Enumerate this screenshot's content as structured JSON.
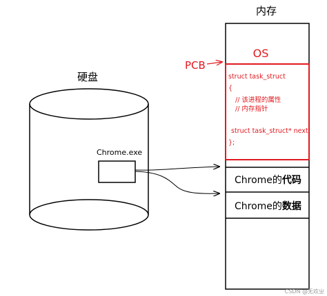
{
  "memory": {
    "title": "内存",
    "os_label": "OS",
    "pcb_label": "PCB",
    "pcb_code": [
      "struct task_struct",
      "{",
      "  // 该进程的属性",
      "  // 内存指针",
      "",
      "  struct task_struct* next;",
      "};"
    ],
    "code_block_label_prefix": "Chrome的",
    "code_block_label_bold": "代码",
    "data_block_label_prefix": "Chrome的",
    "data_block_label_bold": "数据"
  },
  "disk": {
    "title": "硬盘",
    "file_label": "Chrome.exe"
  },
  "watermark": "CSDN @无欢ㄓ",
  "colors": {
    "pcb_red": "#e0191f",
    "line": "#000000"
  }
}
